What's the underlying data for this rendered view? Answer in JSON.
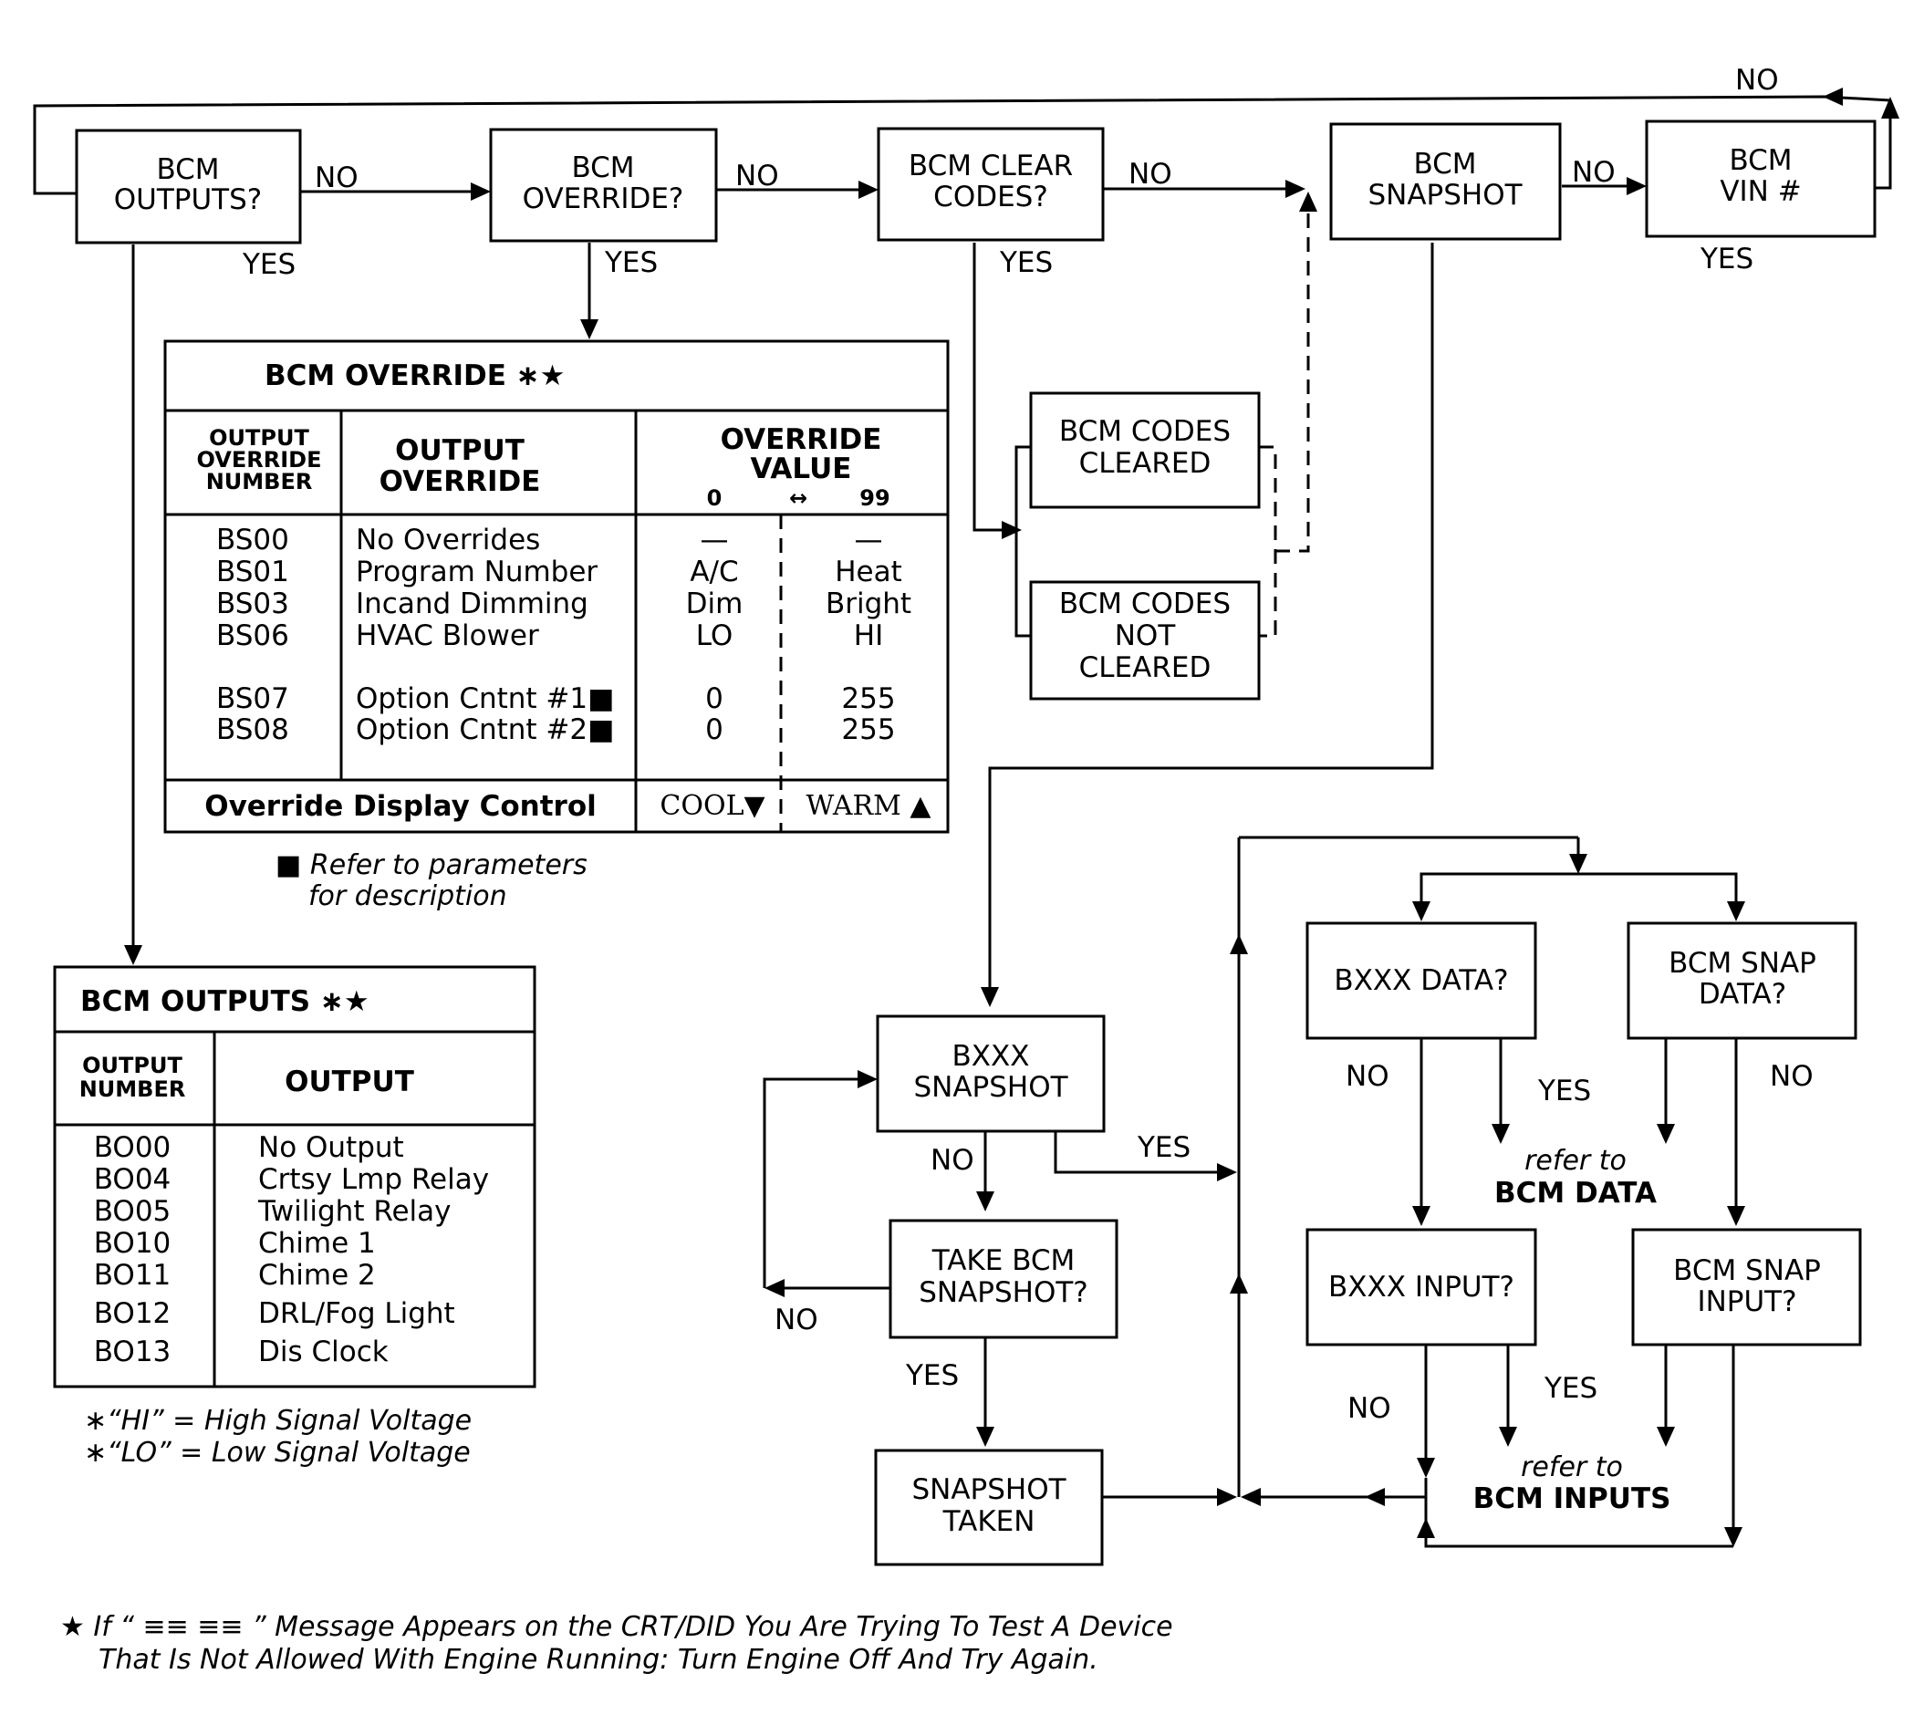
{
  "decisions": {
    "bcm_outputs": {
      "line1": "BCM",
      "line2": "OUTPUTS?"
    },
    "bcm_override": {
      "line1": "BCM",
      "line2": "OVERRIDE?"
    },
    "bcm_clear_codes": {
      "line1": "BCM CLEAR",
      "line2": "CODES?"
    },
    "bcm_snapshot": {
      "line1": "BCM",
      "line2": "SNAPSHOT"
    },
    "bcm_vin": {
      "line1": "BCM",
      "line2": "VIN #"
    },
    "codes_cleared": {
      "line1": "BCM CODES",
      "line2": "CLEARED"
    },
    "codes_not_cleared": {
      "line1": "BCM CODES",
      "line2": "NOT",
      "line3": "CLEARED"
    },
    "bxxx_snapshot": {
      "line1": "BXXX",
      "line2": "SNAPSHOT"
    },
    "take_snapshot": {
      "line1": "TAKE BCM",
      "line2": "SNAPSHOT?"
    },
    "snapshot_taken": {
      "line1": "SNAPSHOT",
      "line2": "TAKEN"
    },
    "bxxx_data": {
      "line1": "BXXX DATA?"
    },
    "bcm_snap_data": {
      "line1": "BCM SNAP",
      "line2": "DATA?"
    },
    "bxxx_input": {
      "line1": "BXXX INPUT?"
    },
    "bcm_snap_input": {
      "line1": "BCM SNAP",
      "line2": "INPUT?"
    }
  },
  "labels": {
    "no": "NO",
    "yes": "YES",
    "refer_to": "refer to",
    "bcm_data": "BCM DATA",
    "bcm_inputs": "BCM INPUTS"
  },
  "override_table": {
    "title": "BCM OVERRIDE ∗★",
    "col1": [
      "OUTPUT",
      "OVERRIDE",
      "NUMBER"
    ],
    "col2": [
      "OUTPUT",
      "OVERRIDE"
    ],
    "col3": [
      "OVERRIDE",
      "VALUE"
    ],
    "range_low": "0",
    "range_arrow": "↔",
    "range_high": "99",
    "rows": [
      {
        "num": "BS00",
        "name": "No Overrides",
        "low": "—",
        "high": "—"
      },
      {
        "num": "BS01",
        "name": "Program  Number",
        "low": "A/C",
        "high": "Heat"
      },
      {
        "num": "BS03",
        "name": "Incand Dimming",
        "low": "Dim",
        "high": "Bright"
      },
      {
        "num": "BS06",
        "name": "HVAC Blower",
        "low": "LO",
        "high": "HI"
      },
      {
        "num": "BS07",
        "name": "Option Cntnt #1■",
        "low": "0",
        "high": "255"
      },
      {
        "num": "BS08",
        "name": "Option Cntnt #2■",
        "low": "0",
        "high": "255"
      }
    ],
    "footer_label": "Override  Display Control",
    "footer_cool": "COOL▼",
    "footer_warm": "WARM ▲",
    "note_line1": "■ Refer to parameters",
    "note_line2": "for description"
  },
  "outputs_table": {
    "title": "BCM OUTPUTS ∗★",
    "col1": [
      "OUTPUT",
      "NUMBER"
    ],
    "col2": "OUTPUT",
    "rows": [
      {
        "num": "BO00",
        "name": "No Output"
      },
      {
        "num": "BO04",
        "name": "Crtsy Lmp Relay"
      },
      {
        "num": "BO05",
        "name": "Twilight Relay"
      },
      {
        "num": "BO10",
        "name": "Chime 1"
      },
      {
        "num": "BO11",
        "name": "Chime 2"
      },
      {
        "num": "BO12",
        "name": "DRL/Fog Light"
      },
      {
        "num": "BO13",
        "name": "Dis Clock"
      }
    ],
    "note_hi": "∗“HI”  = High Signal Voltage",
    "note_lo": "∗“LO”  = Low Signal Voltage"
  },
  "footnote": {
    "line1": "★ If “ ≡≡ ≡≡  ” Message Appears on the CRT/DID You Are Trying To Test A Device",
    "line2": "That  Is Not Allowed With Engine Running: Turn Engine Off And Try Again."
  }
}
